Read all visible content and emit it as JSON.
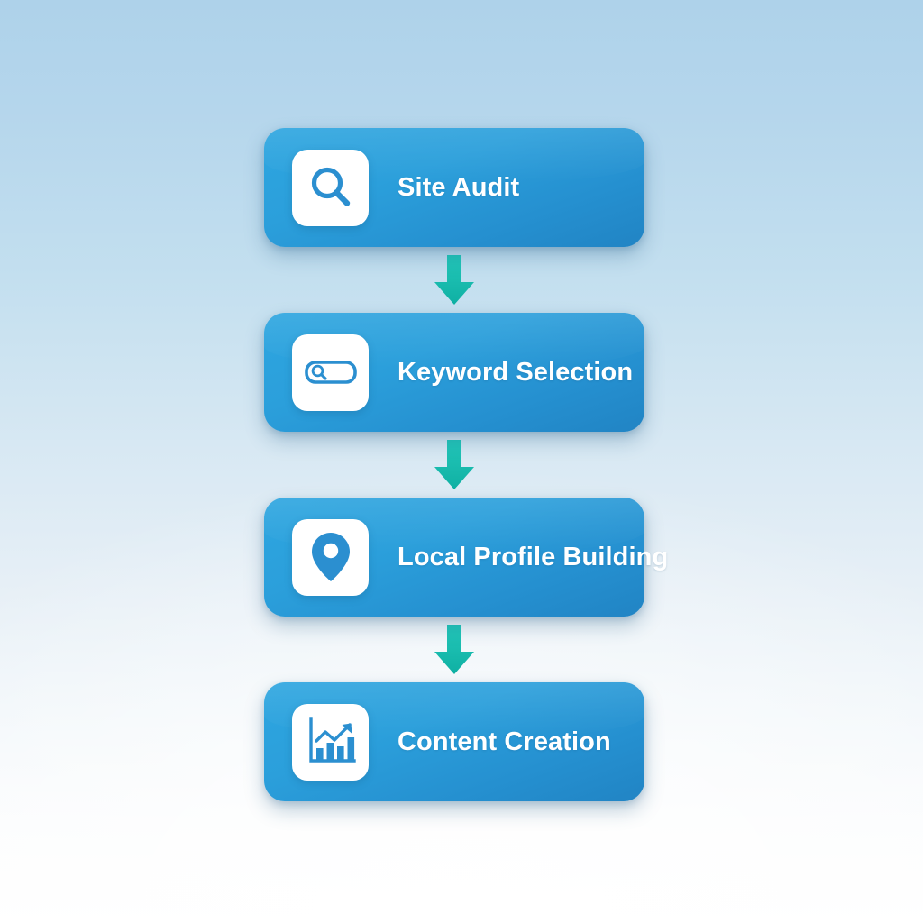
{
  "page": {
    "type": "vertical-process-flowchart",
    "background": {
      "gradient_top_color": "#aed2ea",
      "gradient_mid_color": "#dce9f2",
      "gradient_bottom_color": "#ffffff"
    }
  },
  "theme": {
    "card_color_top": "#2ea6e0",
    "card_color_bottom": "#2184c4",
    "icon_color": "#2b8fd0",
    "icon_tile_color": "#ffffff",
    "label_color": "#ffffff",
    "arrow_color_top": "#23c7b9",
    "arrow_color_bottom": "#13b3a6"
  },
  "flow": {
    "steps": [
      {
        "label": "Site Audit",
        "icon": "magnifier-icon"
      },
      {
        "label": "Keyword Selection",
        "icon": "search-bar-icon"
      },
      {
        "label": "Local Profile Building",
        "icon": "map-pin-icon"
      },
      {
        "label": "Content Creation",
        "icon": "bar-chart-growth-icon"
      }
    ],
    "connectors": [
      {
        "icon": "arrow-down-icon"
      },
      {
        "icon": "arrow-down-icon"
      },
      {
        "icon": "arrow-down-icon"
      }
    ]
  }
}
